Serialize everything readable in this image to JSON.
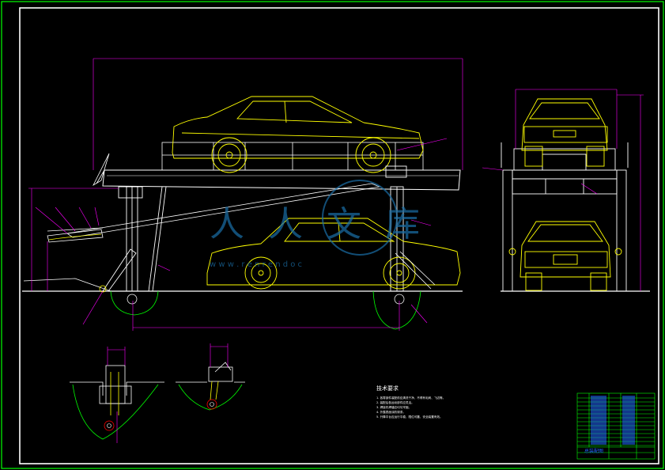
{
  "colors": {
    "frame": "#00ff00",
    "vehicle": "#ffff00",
    "structure": "#ffffff",
    "dimension": "#ff00ff",
    "watermark": "#1b6fa8"
  },
  "watermark": {
    "text": "人人文库",
    "url": "w w w . r e n r e n d o c"
  },
  "notes": {
    "title": "技术要求",
    "lines": [
      "1. 各零部件装配前应清洗干净，不得有毛刺、飞边等。",
      "2. 装配后各运动部件应灵活。",
      "3. 焊接件焊缝应均匀牢固。",
      "4. 外露表面涂防锈漆。",
      "5. 升降平台应运行平稳，限位可靠，安全装置有效。"
    ]
  },
  "title_block": {
    "drawing_name": "总装配图"
  }
}
